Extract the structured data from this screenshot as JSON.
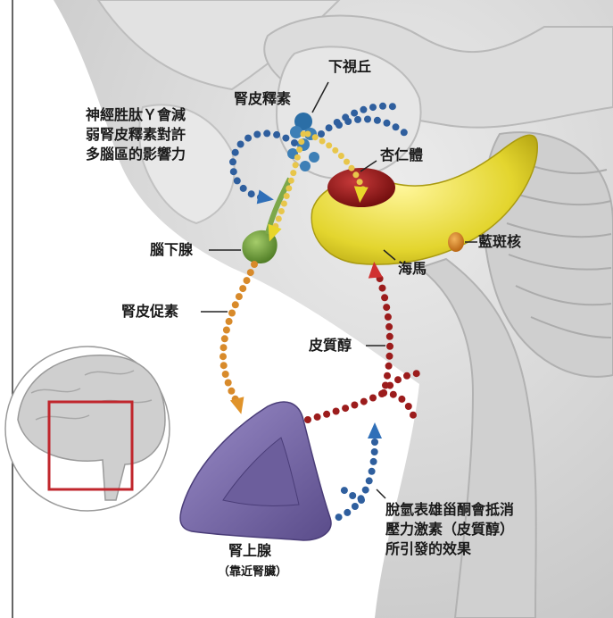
{
  "labels": {
    "hypothalamus": "下視丘",
    "crh": "腎皮釋素",
    "npy_lines": [
      "神經胜肽Ｙ會減",
      "弱腎皮釋素對許",
      "多腦區的影響力"
    ],
    "amygdala": "杏仁體",
    "pituitary": "腦下腺",
    "locus_coeruleus": "藍斑核",
    "hippocampus": "海馬",
    "acth": "腎皮促素",
    "cortisol": "皮質醇",
    "adrenal": "腎上腺",
    "adrenal_note": "（靠近腎臟）",
    "dhea_lines": [
      "脫氫表雄甾酮會抵消",
      "壓力激素（皮質醇）",
      "所引發的效果"
    ]
  },
  "colors": {
    "crh_dots": "#e8c64a",
    "npy_dots": "#2f5f9e",
    "acth_dots": "#d88a2a",
    "cortisol_dots": "#9c1c1c",
    "dhea_dots": "#2f5f9e",
    "hippocampus": "#e8e24a",
    "amygdala": "#8e1313",
    "pituitary": "#6b9a3a",
    "adrenal": "#7a6ba8",
    "locus_coeruleus": "#d9801e",
    "brain": "#d6d6d6"
  }
}
